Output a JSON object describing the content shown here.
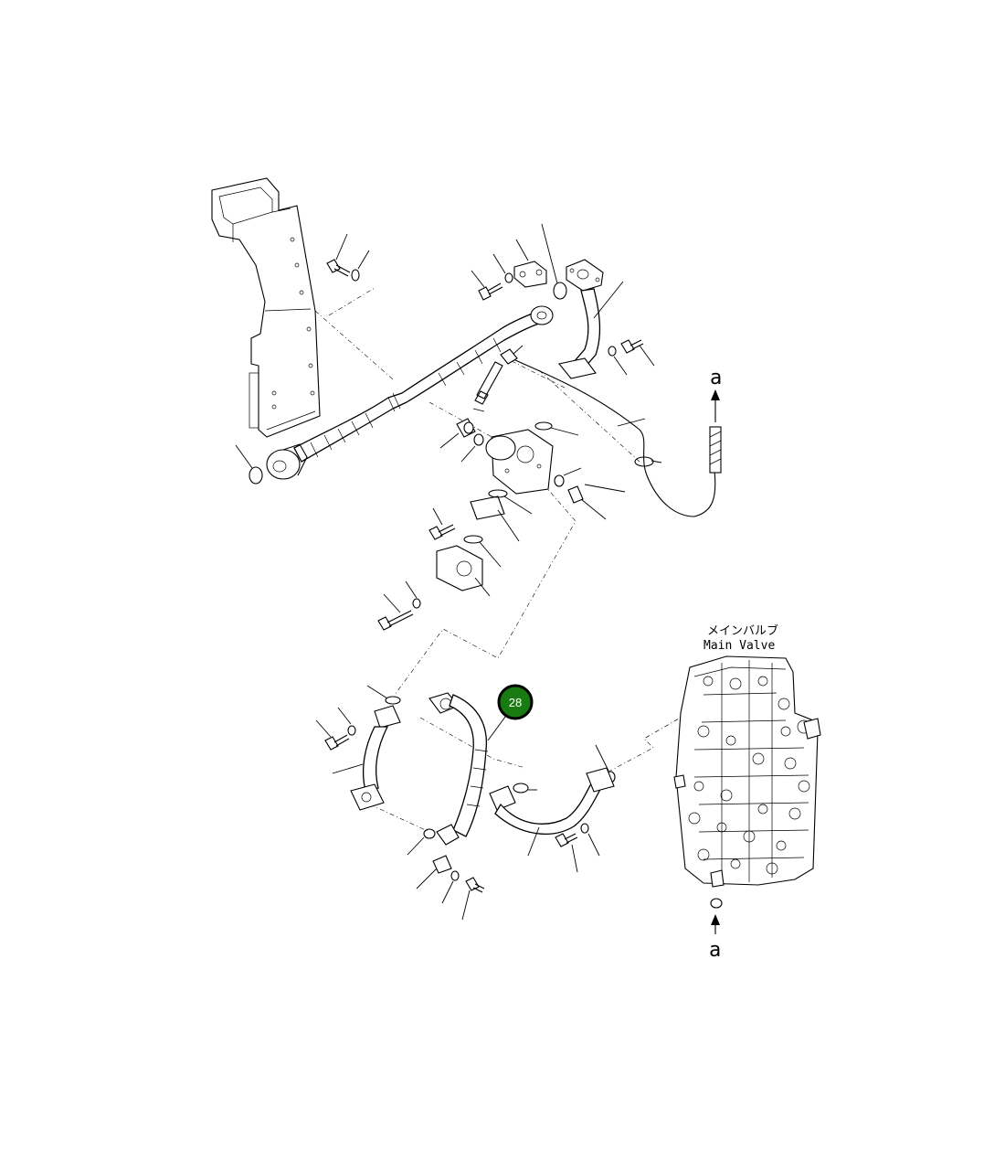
{
  "diagram": {
    "main_valve_label_jp": "メインバルブ",
    "main_valve_label_en": "Main Valve",
    "ref_marker_top": "a",
    "ref_marker_bottom": "a",
    "callout": {
      "number": "28",
      "color": "#1a7a12"
    }
  }
}
